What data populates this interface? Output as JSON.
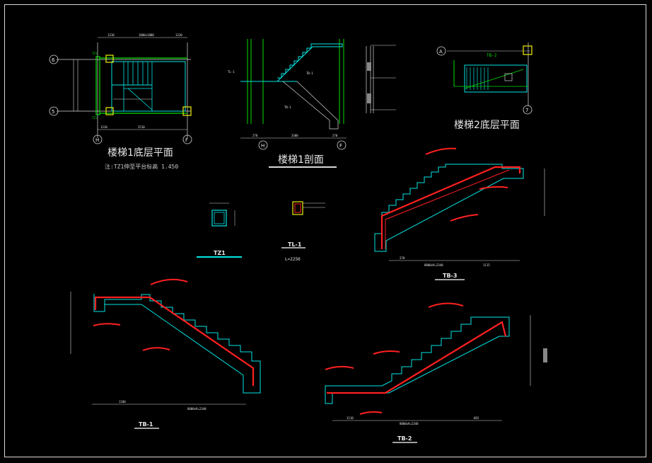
{
  "drawing": {
    "plan1": {
      "title": "楼梯1底层平面",
      "note": "注:TZ1伸至平台标高 1.450",
      "axes": [
        "6",
        "5",
        "H",
        "F"
      ],
      "tags": [
        "TZ1",
        "TZ1"
      ]
    },
    "section1": {
      "title": "楼梯1剖面",
      "axes": [
        "H",
        "F"
      ],
      "tags": [
        "TL-1",
        "TB-1",
        "TB-1"
      ]
    },
    "plan2": {
      "title": "楼梯2底层平面",
      "axes": [
        "A",
        "7"
      ],
      "tags": [
        "TB-2"
      ]
    },
    "details": {
      "tz1": "TZ1",
      "tl1": "TL-1",
      "tl1_sub": "L=2250"
    },
    "slabs": {
      "tb1": "TB-1",
      "tb2": "TB-2",
      "tb3": "TB-3"
    }
  },
  "colors": {
    "background": "#000000",
    "wall": "#00dd00",
    "stair": "#00e5e5",
    "rebar": "#ff2020",
    "column": "#f0f000",
    "dim": "#d8d8d8"
  }
}
